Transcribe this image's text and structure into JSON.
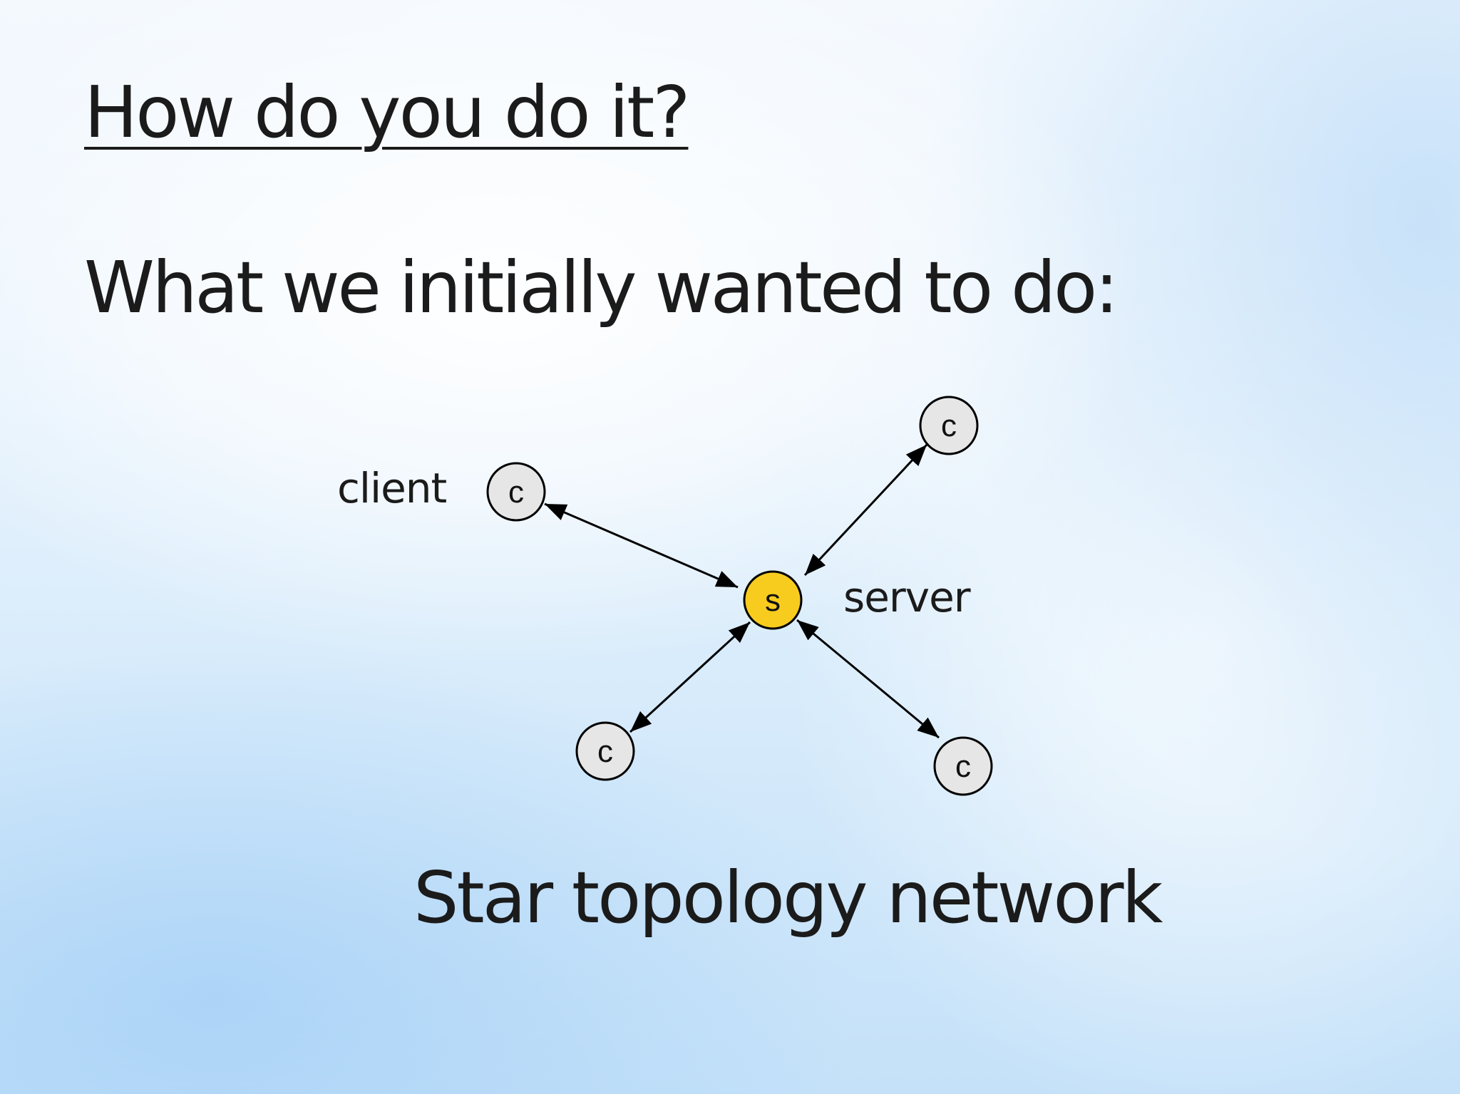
{
  "slide": {
    "title": "How do you do it?",
    "subheading": "What we initially wanted to do:",
    "caption": "Star topology network"
  },
  "diagram": {
    "server": {
      "letter": "s",
      "label": "server",
      "color": "#f7cc1e"
    },
    "clients": [
      {
        "letter": "c",
        "label": "client"
      },
      {
        "letter": "c"
      },
      {
        "letter": "c"
      },
      {
        "letter": "c"
      }
    ],
    "client_color": "#e6e6e6",
    "edge_style": "bidirectional-arrow"
  }
}
